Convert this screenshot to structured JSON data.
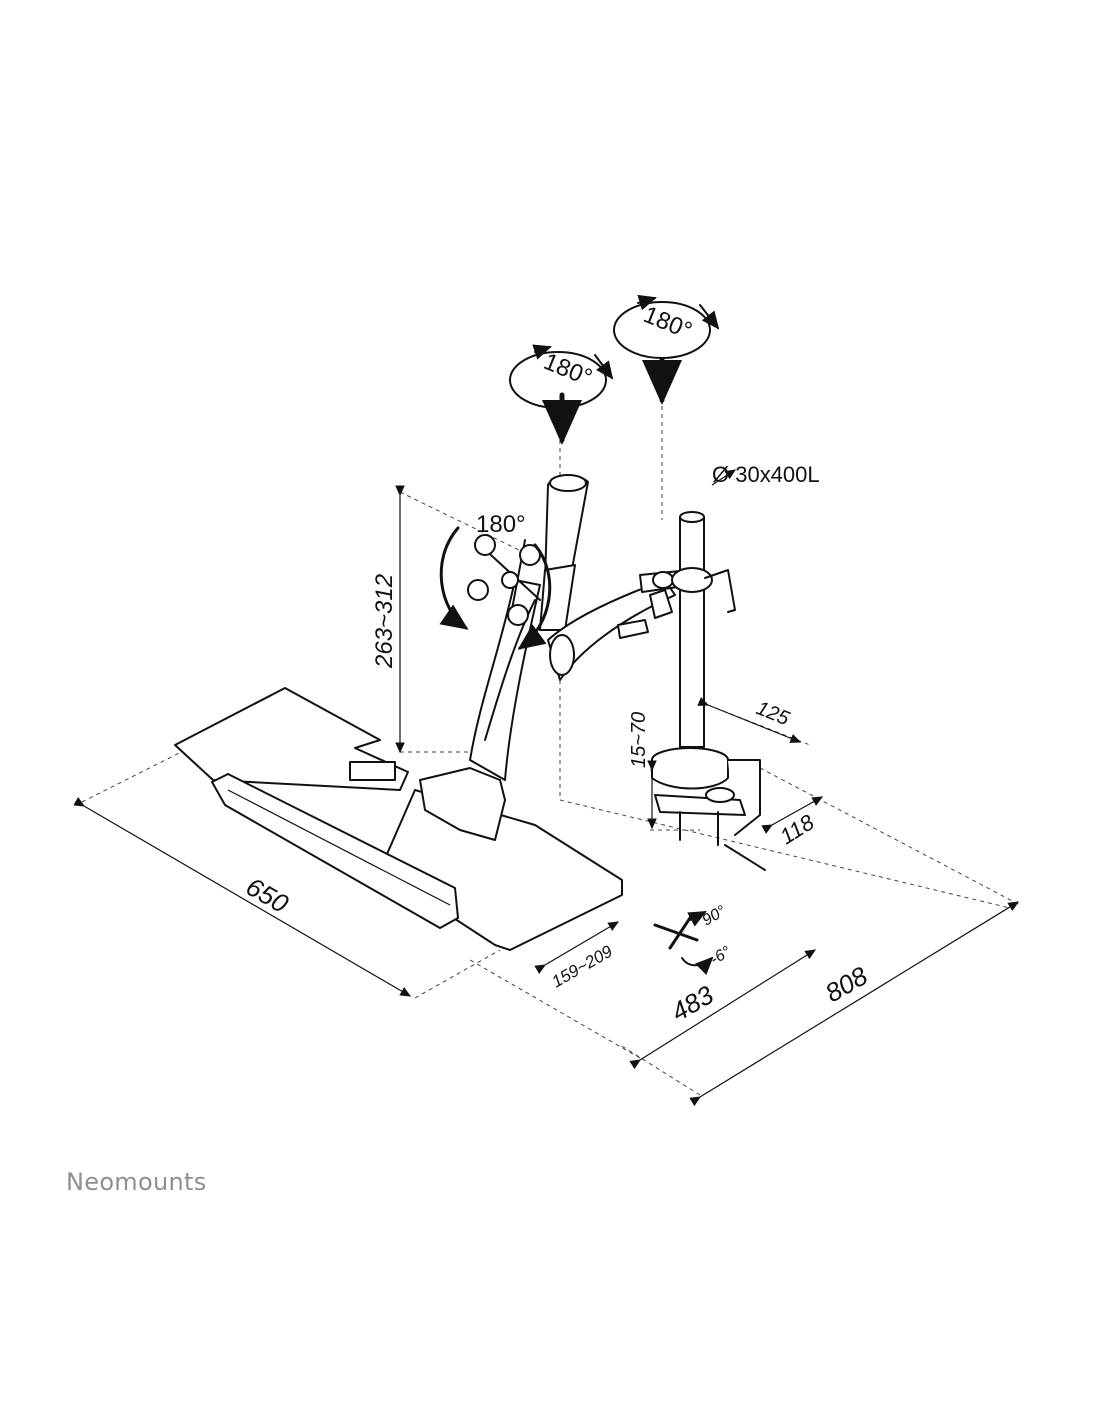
{
  "labels": {
    "rotate_top_left": "180°",
    "rotate_top_right": "180°",
    "rotate_monitor": "180°",
    "pole_spec": "Ø 30x400L",
    "height_range": "263~312",
    "clamp_depth": "125",
    "clamp_thickness": "15~70",
    "clamp_width": "118",
    "tray_width": "650",
    "tray_depth": "159~209",
    "tilt_up": "90°",
    "tilt_down": "-6°",
    "reach": "483",
    "total_reach": "808"
  },
  "brand": "Neomounts"
}
